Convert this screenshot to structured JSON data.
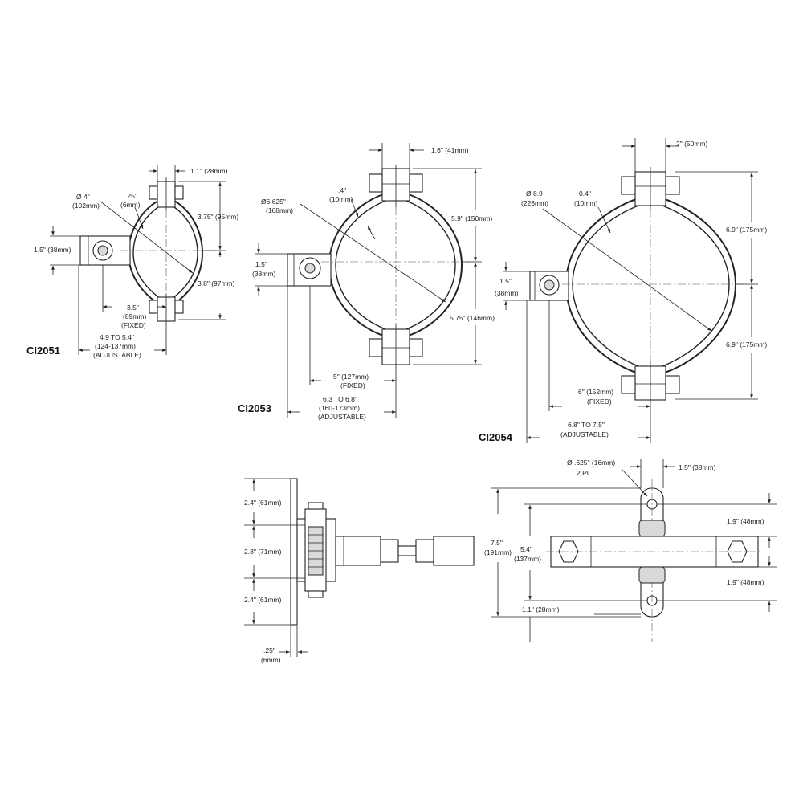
{
  "ci2051": {
    "part_label": "CI2051",
    "top_width": "1.1\" (28mm)",
    "diameter_a": "Ø 4\"",
    "diameter_b": "(102mm)",
    "thick_a": ".25\"",
    "thick_b": "(6mm)",
    "upper_height": "3.75\" (95mm)",
    "lower_height": "3.8\" (97mm)",
    "boss_height": "1.5\" (38mm)",
    "fixed_a": "3.5\"",
    "fixed_b": "(89mm)",
    "fixed_c": "(FIXED)",
    "adj_a": "4.9 TO 5.4\"",
    "adj_b": "(124-137mm)",
    "adj_c": "(ADJUSTABLE)"
  },
  "ci2053": {
    "part_label": "CI2053",
    "top_width": "1.6\" (41mm)",
    "diameter_a": "Ø6.625\"",
    "diameter_b": "(168mm)",
    "thick_a": ".4\"",
    "thick_b": "(10mm)",
    "upper_height": "5.9\" (150mm)",
    "lower_height": "5.75\" (146mm)",
    "boss_a": "1.5\"",
    "boss_b": "(38mm)",
    "fixed_a": "5\" (127mm)",
    "fixed_b": "(FIXED)",
    "adj_a": "6.3 TO 6.8\"",
    "adj_b": "(160-173mm)",
    "adj_c": "(ADJUSTABLE)"
  },
  "ci2054": {
    "part_label": "CI2054",
    "top_width": "2\" (50mm)",
    "diameter_a": "Ø 8.9",
    "diameter_b": "(226mm)",
    "thick_a": "0.4\"",
    "thick_b": "(10mm)",
    "upper_height": "6.9\" (175mm)",
    "lower_height": "6.9\" (175mm)",
    "boss_a": "1.5\"",
    "boss_b": "(38mm)",
    "fixed_a": "6\" (152mm)",
    "fixed_b": "(FIXED)",
    "adj_a": "6.8\" TO 7.5\"",
    "adj_b": "(ADJUSTABLE)"
  },
  "side_view": {
    "top": "2.4\" (61mm)",
    "middle": "2.8\" (71mm)",
    "bottom": "2.4\" (61mm)",
    "thick_a": ".25\"",
    "thick_b": "(6mm)"
  },
  "plan_view": {
    "hole_a": "Ø .625\" (16mm)",
    "hole_b": "2 PL",
    "width": "1.5\" (38mm)",
    "total_a": "7.5\"",
    "total_b": "(191mm)",
    "span_a": "5.4\"",
    "span_b": "(137mm)",
    "top_offset": "1.9\" (48mm)",
    "bottom_offset": "1.9\" (48mm)",
    "edge": "1.1\" (28mm)"
  }
}
